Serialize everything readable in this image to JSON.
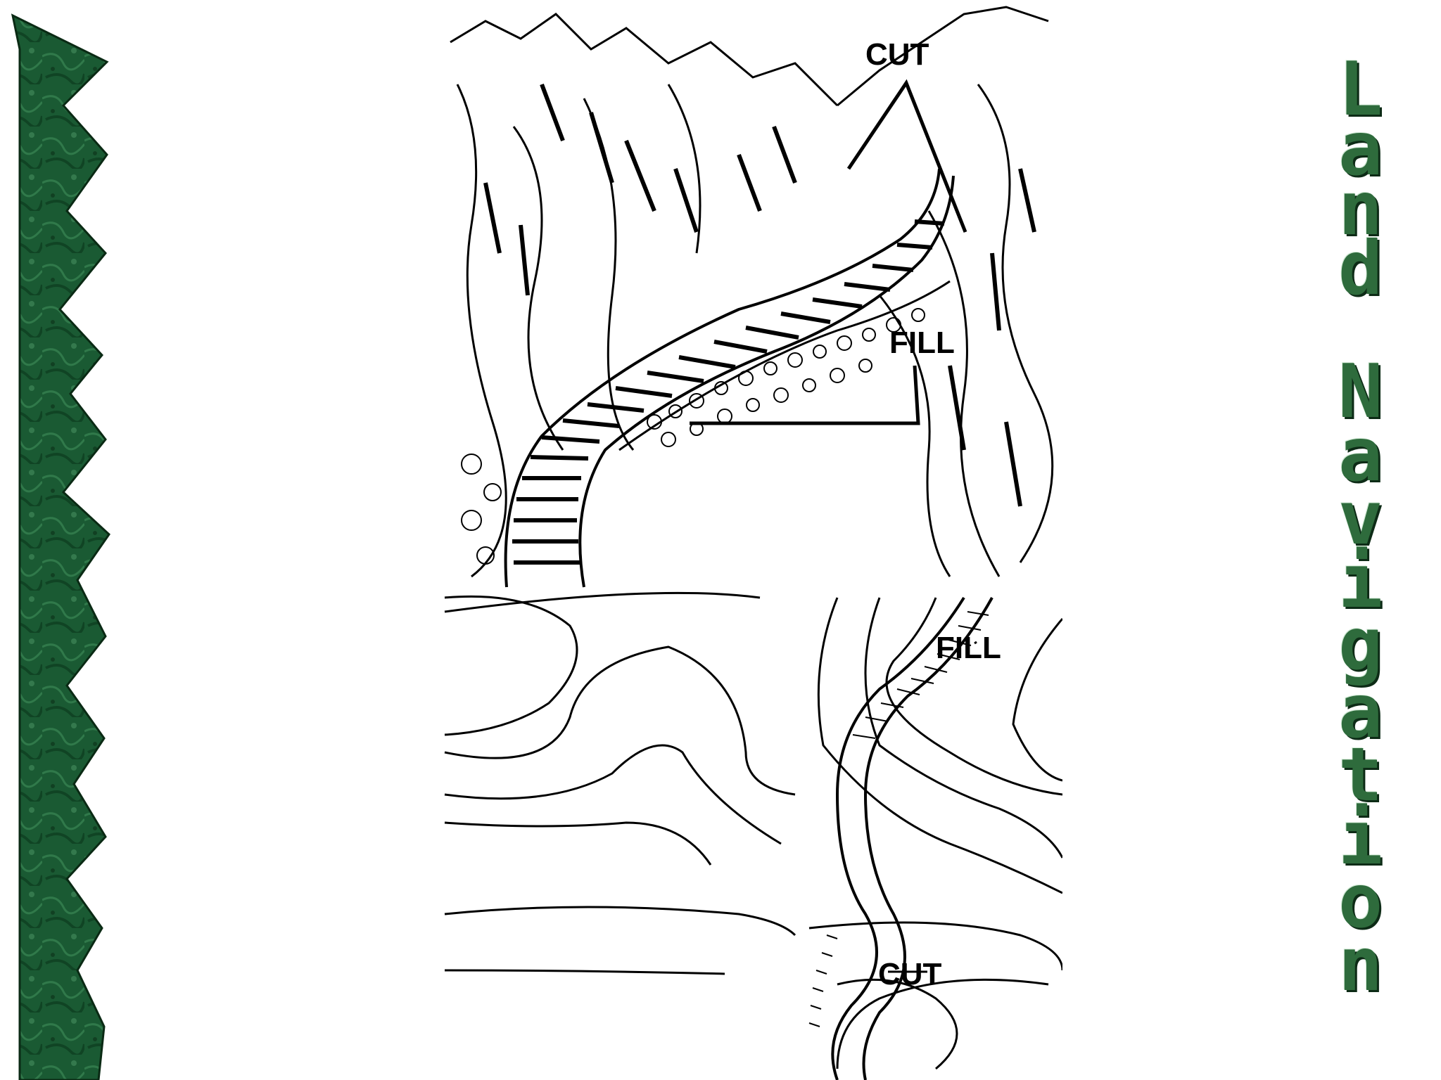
{
  "slide": {
    "title_letters": [
      "L",
      "a",
      "n",
      "d",
      "N",
      "a",
      "v",
      "i",
      "g",
      "a",
      "t",
      "i",
      "o",
      "n"
    ],
    "title": "Land Navigation",
    "colors": {
      "border_dark": "#0f3d22",
      "border_mid": "#1f6b3b",
      "title_green": "#2e6b3c"
    }
  },
  "illustration": {
    "top_labels": {
      "cut": "CUT",
      "fill": "FILL"
    },
    "bottom_labels": {
      "fill": "FILL",
      "cut": "CUT"
    }
  }
}
